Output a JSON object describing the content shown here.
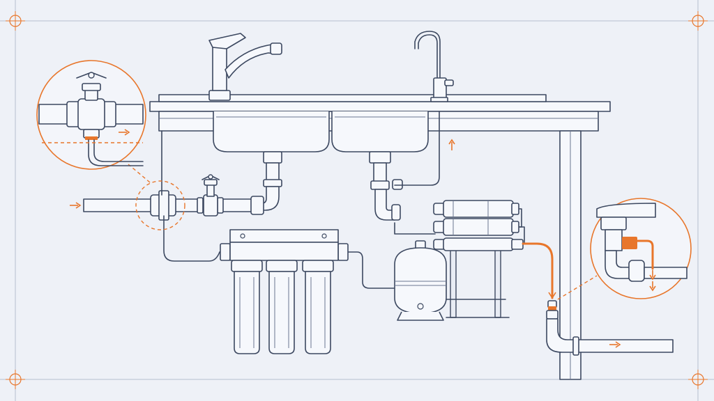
{
  "colors": {
    "background": "#eef1f7",
    "line": "#3c4860",
    "accent": "#e8762b",
    "frame": "#b7bfcf"
  },
  "flow_arrows": [
    {
      "name": "main-supply-inlet",
      "direction": "right"
    },
    {
      "name": "tee-valve-detail-flow",
      "direction": "right"
    },
    {
      "name": "ro-faucet-supply",
      "direction": "up"
    },
    {
      "name": "drain-saddle-detail-flow",
      "direction": "down"
    },
    {
      "name": "drain-line-flow",
      "direction": "down"
    },
    {
      "name": "drain-outlet",
      "direction": "right"
    }
  ]
}
